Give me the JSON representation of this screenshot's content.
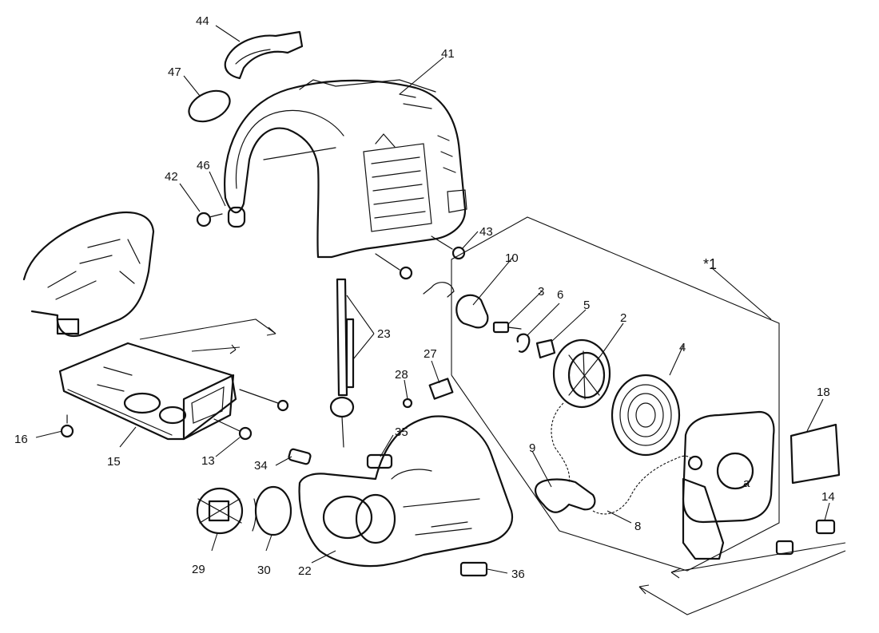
{
  "callouts": {
    "c1": "*1",
    "c2": "2",
    "c3": "3",
    "c4": "4",
    "c5": "5",
    "c6": "6",
    "c8": "8",
    "c9": "9",
    "c10": "10",
    "c13": "13",
    "c14": "14",
    "c15": "15",
    "c16": "16",
    "c18": "18",
    "c22": "22",
    "c23": "23",
    "c27": "27",
    "c28": "28",
    "c29": "29",
    "c30": "30",
    "c34": "34",
    "c35": "35",
    "c36": "36",
    "c41": "41",
    "c42": "42",
    "c43": "43",
    "c44": "44",
    "c46": "46",
    "c47": "47",
    "ca": "a"
  }
}
